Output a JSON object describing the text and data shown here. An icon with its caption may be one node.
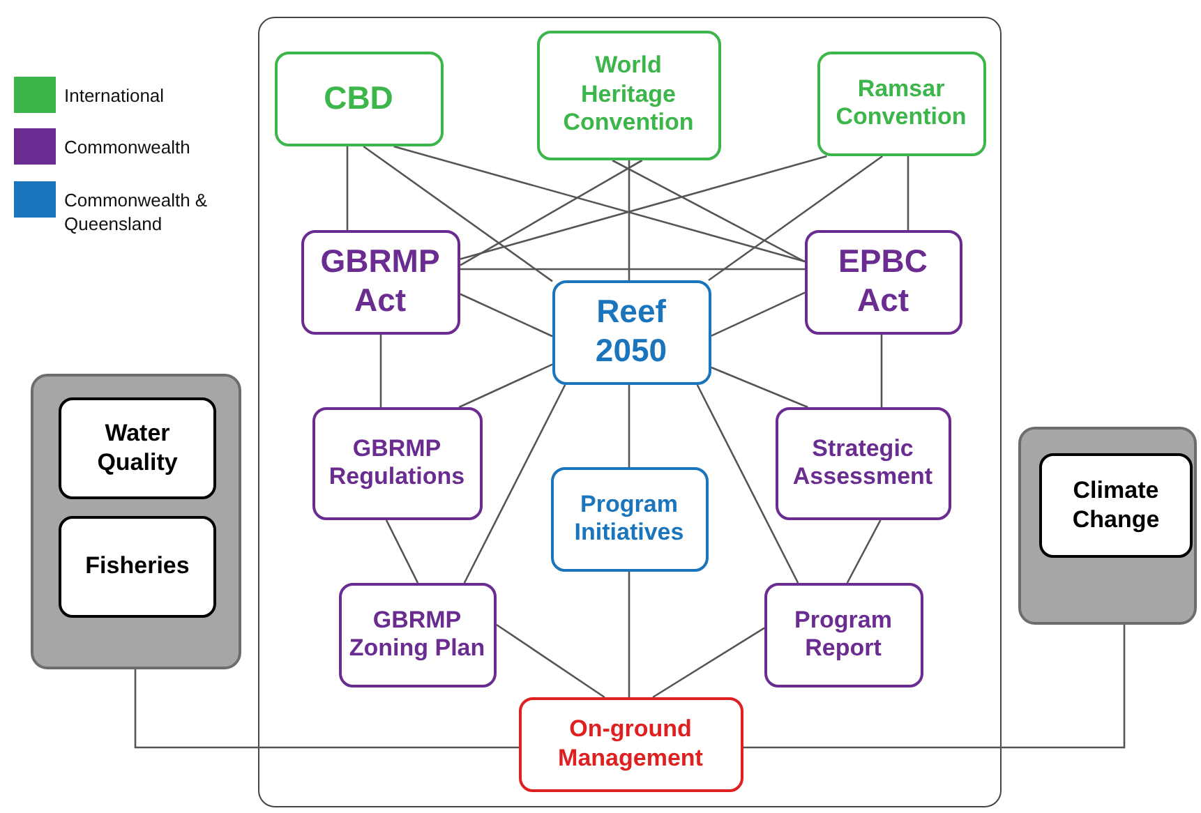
{
  "diagram": {
    "nodes": [
      {
        "text": [],
        "shape": "box"
      },
      {
        "text": [
          "Water Quality"
        ],
        "in": 0
      },
      {
        "text": [
          "Fisheries"
        ],
        "in": 0
      },
      {
        "text": [],
        "shape": "box"
      },
      {
        "text": [
          "CBD"
        ],
        "in": 3
      },
      {
        "text": [
          "World Heritage Convention"
        ],
        "in": 3
      },
      {
        "text": [
          "Ramsar Convention"
        ],
        "in": 3
      },
      {
        "text": [
          "GBRMP Act"
        ],
        "in": 3
      },
      {
        "text": [
          "EPBC Act"
        ],
        "in": 3
      },
      {
        "text": [
          "Reef 2050"
        ],
        "in": 3
      },
      {
        "text": [
          "GBRMP Regulations"
        ],
        "in": 3
      },
      {
        "text": [
          "Strategic Assessment"
        ],
        "in": 3
      },
      {
        "text": [
          "Program Initiatives"
        ],
        "in": 3
      },
      {
        "text": [
          "GBRMP Zoning Plan"
        ],
        "in": 3
      },
      {
        "text": [
          "Program Report"
        ],
        "in": 3
      },
      {
        "text": [
          "On-ground Management"
        ],
        "in": 3
      },
      {
        "text": [],
        "shape": "box"
      },
      {
        "text": [
          "Climate Change"
        ],
        "in": 16
      }
    ],
    "edges": [
      {
        "from": 4,
        "to": 7,
        "arrow": "none"
      },
      {
        "from": 4,
        "to": 9,
        "arrow": "none"
      },
      {
        "from": 4,
        "to": 8,
        "arrow": "none"
      },
      {
        "from": 5,
        "to": 7,
        "arrow": "none"
      },
      {
        "from": 5,
        "to": 9,
        "arrow": "none"
      },
      {
        "from": 5,
        "to": 8,
        "arrow": "none"
      },
      {
        "from": 6,
        "to": 7,
        "arrow": "none"
      },
      {
        "from": 6,
        "to": 9,
        "arrow": "none"
      },
      {
        "from": 6,
        "to": 8,
        "arrow": "none"
      },
      {
        "from": 7,
        "to": 8,
        "arrow": "none"
      },
      {
        "from": 7,
        "to": 9,
        "arrow": "none"
      },
      {
        "from": 8,
        "to": 9,
        "arrow": "none"
      },
      {
        "from": 7,
        "to": 10,
        "arrow": "none"
      },
      {
        "from": 8,
        "to": 11,
        "arrow": "none"
      },
      {
        "from": 9,
        "to": 10,
        "arrow": "none"
      },
      {
        "from": 9,
        "to": 11,
        "arrow": "none"
      },
      {
        "from": 9,
        "to": 13,
        "arrow": "none"
      },
      {
        "from": 9,
        "to": 12,
        "arrow": "none"
      },
      {
        "from": 9,
        "to": 14,
        "arrow": "none"
      },
      {
        "from": 10,
        "to": 13,
        "arrow": "none"
      },
      {
        "from": 11,
        "to": 14,
        "arrow": "none"
      },
      {
        "from": 13,
        "to": 15,
        "arrow": "none"
      },
      {
        "from": 12,
        "to": 15,
        "arrow": "none"
      },
      {
        "from": 14,
        "to": 15,
        "arrow": "none"
      },
      {
        "from": 0,
        "to": 15,
        "arrow": "none"
      },
      {
        "from": 16,
        "to": 15,
        "arrow": "none"
      }
    ],
    "legend": [
      {
        "text": "International",
        "color": "#3cb54a"
      },
      {
        "text": "Commonwealth",
        "color": "#6a2c91"
      },
      {
        "text": "Commonwealth & Queensland",
        "color": "#1b75bc"
      }
    ]
  }
}
